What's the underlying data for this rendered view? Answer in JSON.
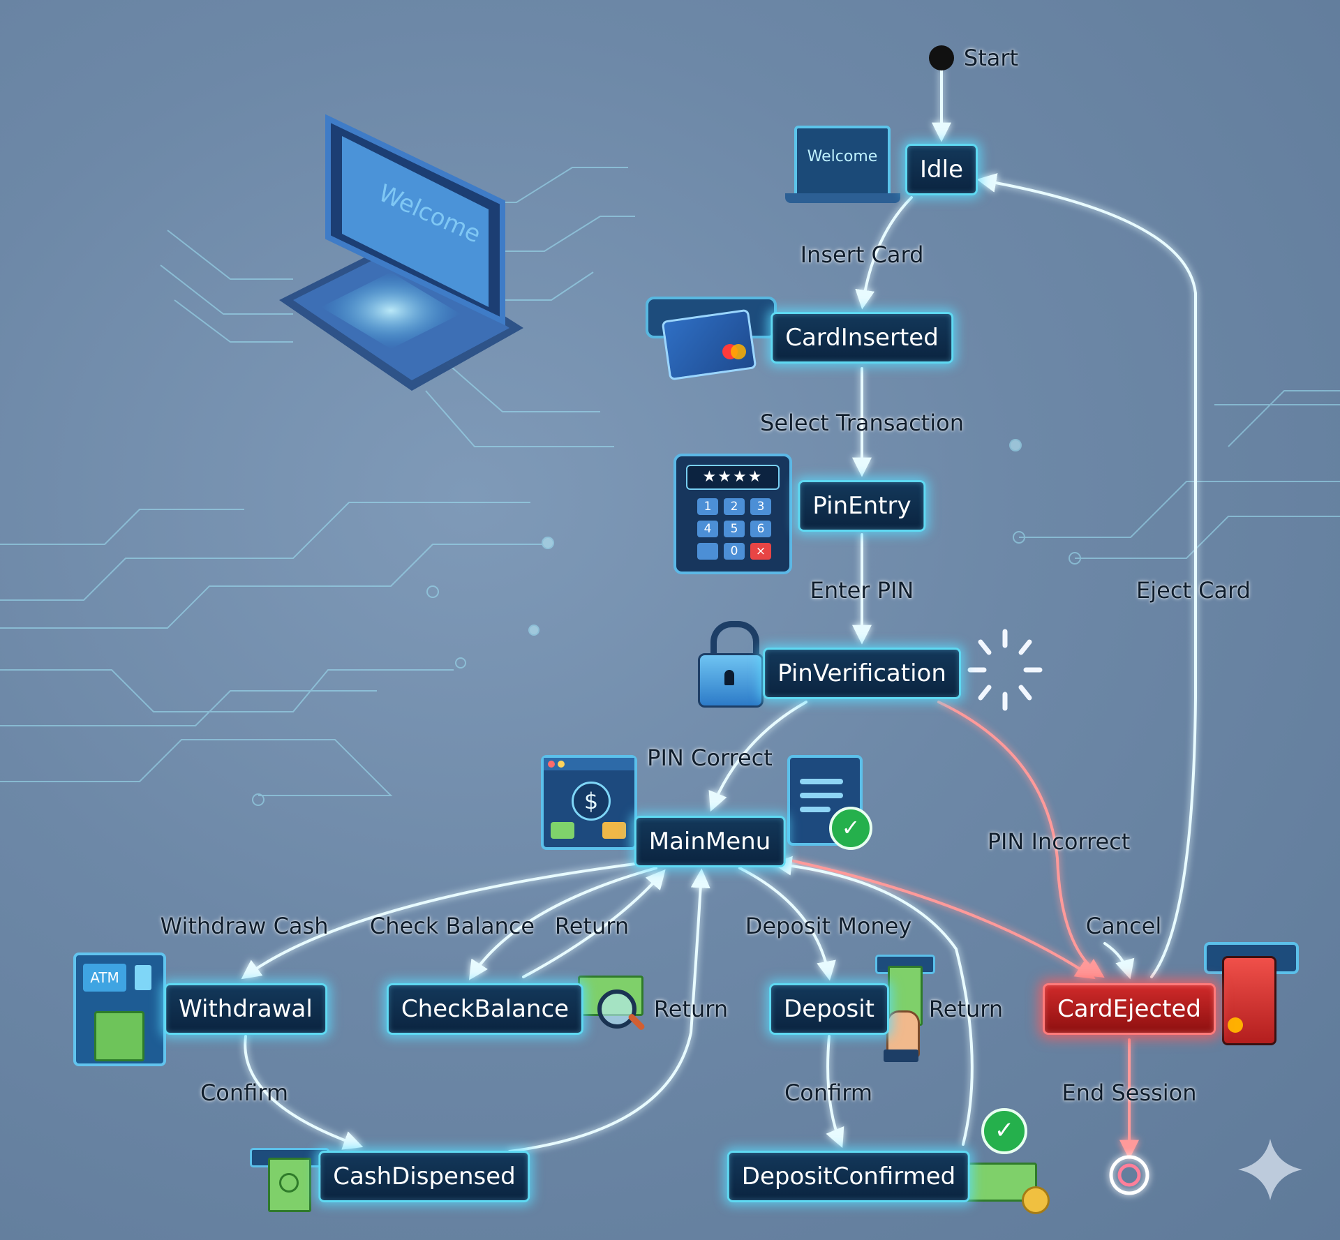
{
  "start": {
    "label": "Start"
  },
  "states": {
    "idle": "Idle",
    "card_inserted": "CardInserted",
    "pin_entry": "PinEntry",
    "pin_verification": "PinVerification",
    "main_menu": "MainMenu",
    "withdrawal": "Withdrawal",
    "check_balance": "CheckBalance",
    "deposit": "Deposit",
    "card_ejected": "CardEjected",
    "cash_dispensed": "CashDispensed",
    "deposit_confirmed": "DepositConfirmed"
  },
  "transitions": {
    "insert_card": "Insert Card",
    "select_transaction": "Select Transaction",
    "enter_pin": "Enter PIN",
    "pin_correct": "PIN Correct",
    "pin_incorrect": "PIN Incorrect",
    "eject_card": "Eject Card",
    "withdraw_cash": "Withdraw Cash",
    "check_balance": "Check Balance",
    "return_balance": "Return",
    "deposit_money": "Deposit Money",
    "cancel": "Cancel",
    "return_cash": "Return",
    "return_deposit": "Return",
    "confirm_withdraw": "Confirm",
    "confirm_deposit": "Confirm",
    "end_session": "End Session"
  },
  "illustrations": {
    "screen_text": "Welcome",
    "hero_screen_text": "Welcome",
    "atm_text": "ATM",
    "pin_mask": "★★★★",
    "keypad_keys": [
      "1",
      "2",
      "3",
      "4",
      "5",
      "6",
      "",
      "0",
      "×"
    ],
    "dollar": "$"
  },
  "colors": {
    "edge": "#d9f6ff",
    "edge_glow": "#5fd9f2",
    "cancel_edge": "#ff8d8d",
    "state_fill": "#0b2440",
    "final_fill": "#b51c1c"
  }
}
